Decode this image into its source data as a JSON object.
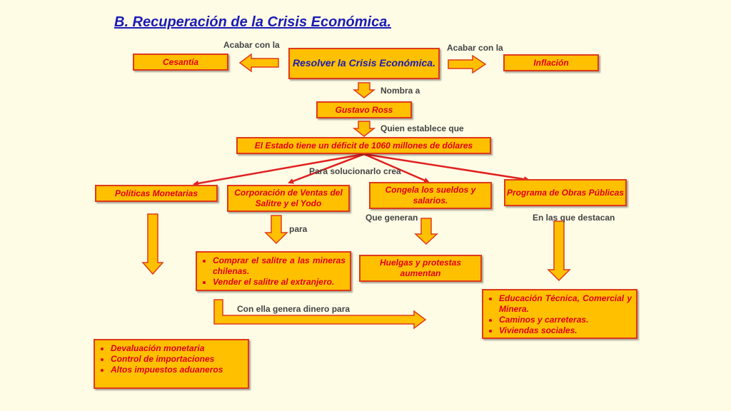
{
  "title": "B. Recuperación de la Crisis Económica.",
  "central": "Resolver la Crisis Económica.",
  "left_node": "Cesantía",
  "right_node": "Inflación",
  "left_label": "Acabar con la",
  "right_label": "Acabar con la",
  "nombra_label": "Nombra a",
  "person": "Gustavo Ross",
  "establece_label": "Quien establece que",
  "deficit": "El Estado tiene un déficit de 1060 millones de dólares",
  "solucion_label": "Para solucionarlo crea",
  "branches": {
    "monetarias": "Políticas Monetarias",
    "corporacion": "Corporación de Ventas del Salitre y el Yodo",
    "congela": "Congela los sueldos y salarios.",
    "obras": "Programa de Obras Públicas"
  },
  "para_label": "para",
  "que_generan_label": "Que generan",
  "destacan_label": "En las que destacan",
  "corporacion_items": [
    "Comprar el salitre a las mineras chilenas.",
    "Vender el salitre al extranjero."
  ],
  "huelgas": "Huelgas y protestas aumentan",
  "obras_items": [
    "Educación Técnica, Comercial y Minera.",
    "Caminos y carreteras.",
    "Viviendas sociales."
  ],
  "dinero_label": "Con ella genera dinero para",
  "monetarias_items": [
    "Devaluación monetaria",
    "Control de importaciones",
    "Altos impuestos aduaneros"
  ],
  "colors": {
    "box_fill": "#ffc000",
    "box_border": "#e03a1a",
    "text_red": "#e0001a",
    "title_blue": "#1b1bb5",
    "arrow_red": "#e02020"
  }
}
